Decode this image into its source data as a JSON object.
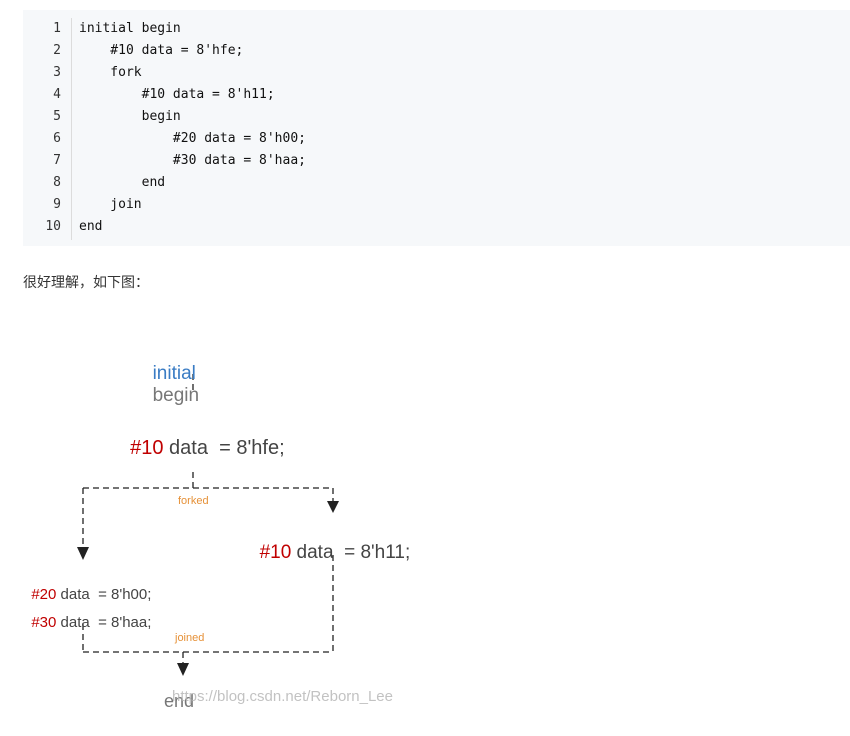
{
  "code": {
    "lines": [
      {
        "n": "1",
        "text": "initial begin"
      },
      {
        "n": "2",
        "text": "    #10 data = 8'hfe;"
      },
      {
        "n": "3",
        "text": "    fork"
      },
      {
        "n": "4",
        "text": "        #10 data = 8'h11;"
      },
      {
        "n": "5",
        "text": "        begin"
      },
      {
        "n": "6",
        "text": "            #20 data = 8'h00;"
      },
      {
        "n": "7",
        "text": "            #30 data = 8'haa;"
      },
      {
        "n": "8",
        "text": "        end"
      },
      {
        "n": "9",
        "text": "    join"
      },
      {
        "n": "10",
        "text": "end"
      }
    ]
  },
  "caption": "很好理解，如下图：",
  "diagram": {
    "initial_kw": "initial",
    "begin_kw": "begin",
    "stmt1_delay": "#10",
    "stmt1_rest": " data  = 8'hfe;",
    "stmt2_delay": "#10",
    "stmt2_rest": " data  = 8'h11;",
    "stmt3_delay": "#20",
    "stmt3_rest": " data  = 8'h00;",
    "stmt4_delay": "#30",
    "stmt4_rest": " data  = 8'haa;",
    "forked_label": "forked",
    "joined_label": "joined",
    "end_kw": "end",
    "watermark": "https://blog.csdn.net/Reborn_Lee"
  }
}
